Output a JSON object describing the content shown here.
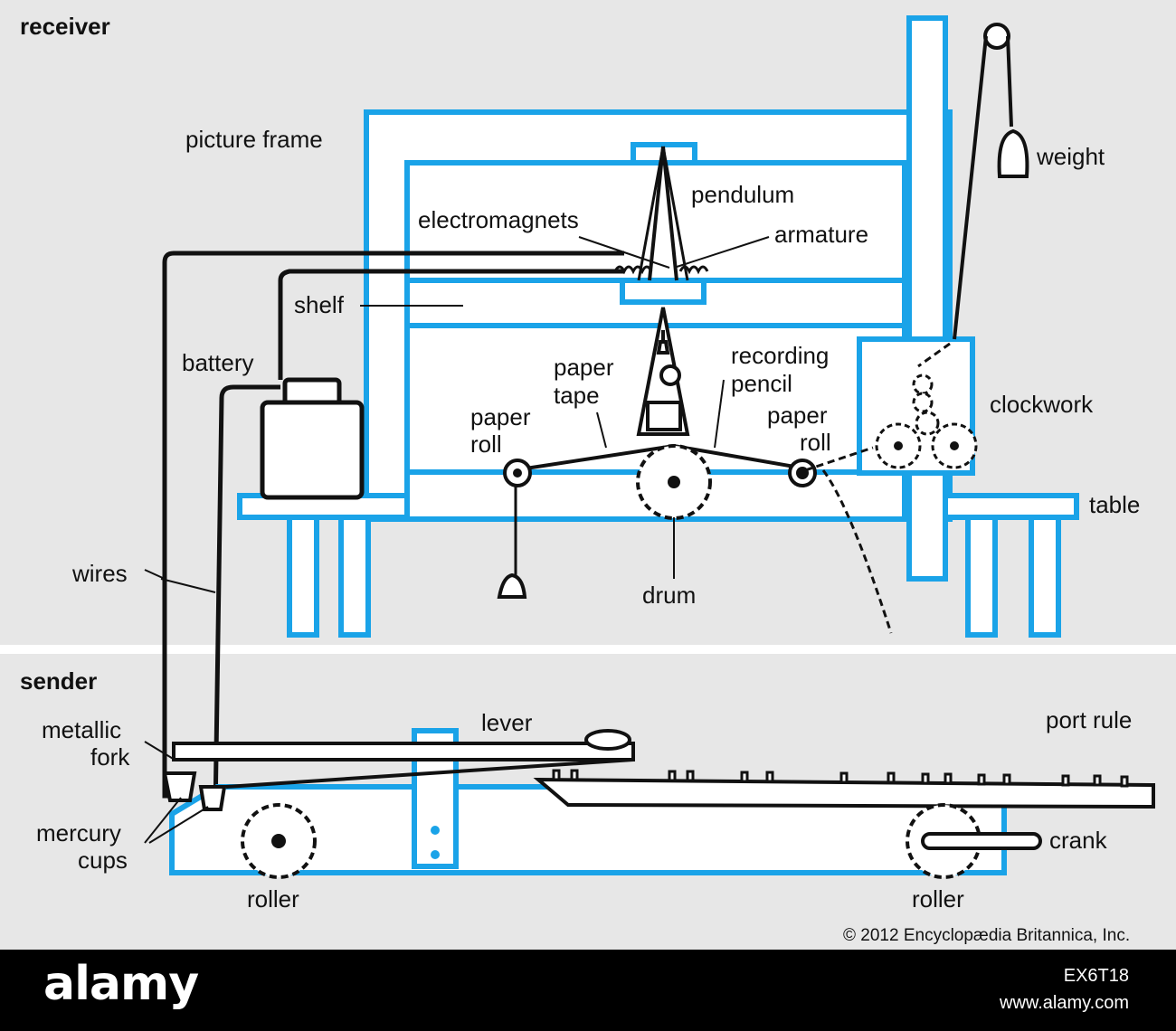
{
  "sections": {
    "receiver": "receiver",
    "sender": "sender"
  },
  "labels": {
    "picture_frame": "picture frame",
    "weight": "weight",
    "pendulum": "pendulum",
    "electromagnets": "electromagnets",
    "armature": "armature",
    "shelf": "shelf",
    "battery": "battery",
    "recording": "recording",
    "pencil": "pencil",
    "paper_tape_1": "paper",
    "paper_tape_2": "tape",
    "clockwork": "clockwork",
    "paper_roll_left_1": "paper",
    "paper_roll_left_2": "roll",
    "paper_roll_right_1": "paper",
    "paper_roll_right_2": "roll",
    "table": "table",
    "wires": "wires",
    "drum": "drum",
    "lever": "lever",
    "port_rule": "port rule",
    "metallic_1": "metallic",
    "metallic_2": "fork",
    "mercury_1": "mercury",
    "mercury_2": "cups",
    "crank": "crank",
    "roller_left": "roller",
    "roller_right": "roller"
  },
  "copyright": "© 2012 Encyclopædia Britannica, Inc.",
  "watermark": {
    "logo": "alamy",
    "image_id": "EX6T18",
    "site": "www.alamy.com"
  },
  "colors": {
    "structure_blue": "#1aa3e8",
    "line_black": "#111111",
    "background": "#e7e7e7",
    "fill_white": "#ffffff"
  }
}
